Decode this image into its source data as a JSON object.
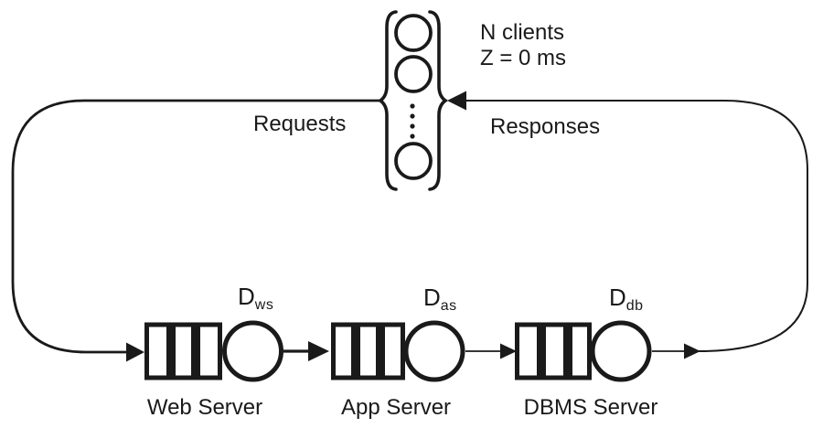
{
  "colors": {
    "ink": "#1a1a1a",
    "background": "#ffffff"
  },
  "client_station": {
    "line1": "N clients",
    "line2": "Z = 0 ms"
  },
  "flow": {
    "requests_label": "Requests",
    "responses_label": "Responses"
  },
  "stations": [
    {
      "label": "Web Server",
      "demand_base": "D",
      "demand_sub": "ws"
    },
    {
      "label": "App Server",
      "demand_base": "D",
      "demand_sub": "as"
    },
    {
      "label": "DBMS Server",
      "demand_base": "D",
      "demand_sub": "db"
    }
  ]
}
